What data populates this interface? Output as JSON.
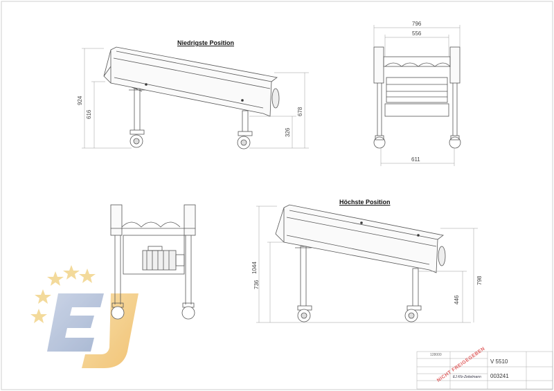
{
  "views": {
    "lowest_title": "Niedrigste Position",
    "highest_title": "Höchste Position"
  },
  "dimensions": {
    "lowest_overall_height": "924",
    "lowest_mid_height": "616",
    "lowest_front_height": "678",
    "lowest_low_height": "326",
    "end_view_total_width": "796",
    "end_view_inner_width": "556",
    "end_view_base_width": "611",
    "highest_overall_height": "1044",
    "highest_mid_height": "736",
    "highest_front_height": "798",
    "highest_low_height": "446"
  },
  "title_block": {
    "drawing_no": "128000",
    "product": "V 5510",
    "part_no": "003241",
    "stamp": "NICHT FREIGEGEBEN",
    "company": "EJ Kfz-Zeitelmann"
  },
  "watermark": {
    "letters": "EJ",
    "star_color": "#f2d48a",
    "letter_color_left": "#a9b8d6",
    "letter_color_right": "#f3c77a"
  }
}
